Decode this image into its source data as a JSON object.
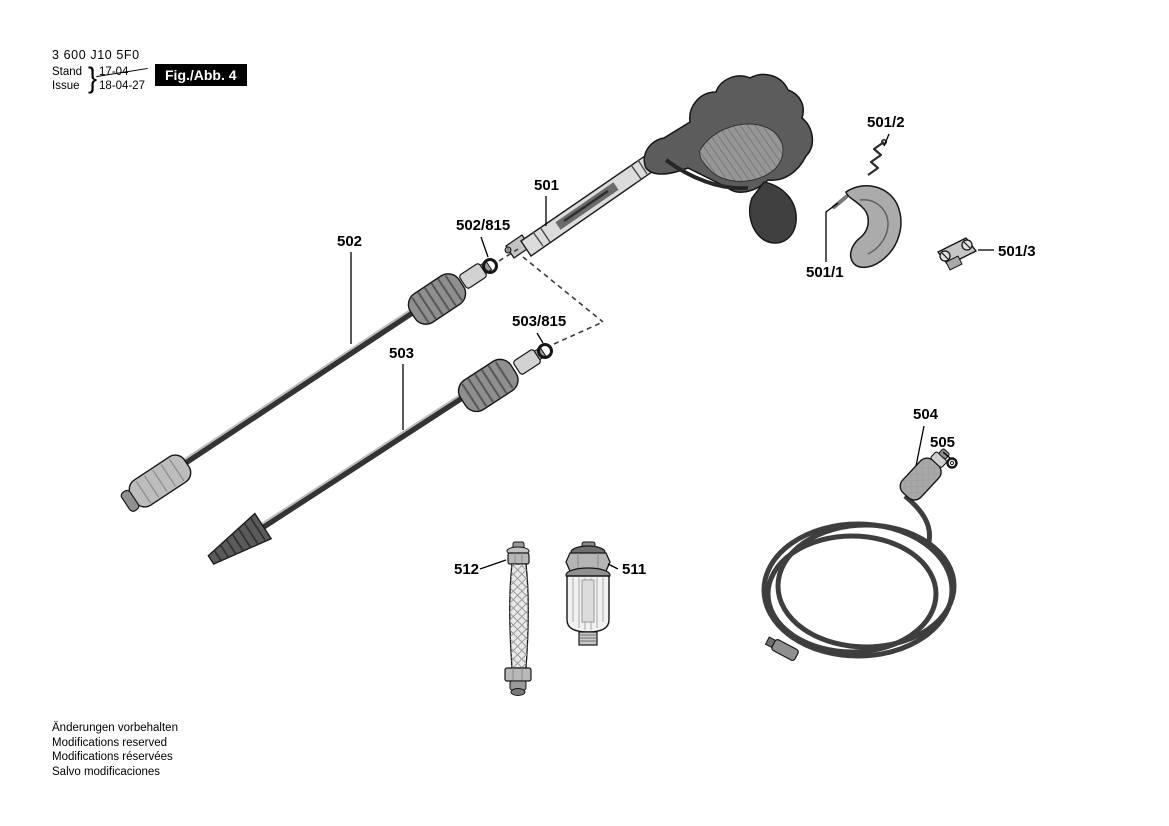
{
  "header": {
    "part_number": "3 600 J10 5F0",
    "stand_label": "Stand",
    "stand_value": "17-04",
    "issue_label": "Issue",
    "issue_value": "18-04-27",
    "brace": "}",
    "figure_label": "Fig./Abb. 4"
  },
  "parts": {
    "gun": "501",
    "trigger": "501/1",
    "spring": "501/2",
    "clip": "501/3",
    "lance_upper": "502",
    "oring_upper": "502/815",
    "lance_lower": "503",
    "oring_lower": "503/815",
    "hose": "504",
    "washer": "505",
    "filter": "511",
    "connector": "512"
  },
  "footer": {
    "lines": [
      "Änderungen vorbehalten",
      "Modifications reserved",
      "Modifications réservées",
      "Salvo modificaciones"
    ]
  }
}
